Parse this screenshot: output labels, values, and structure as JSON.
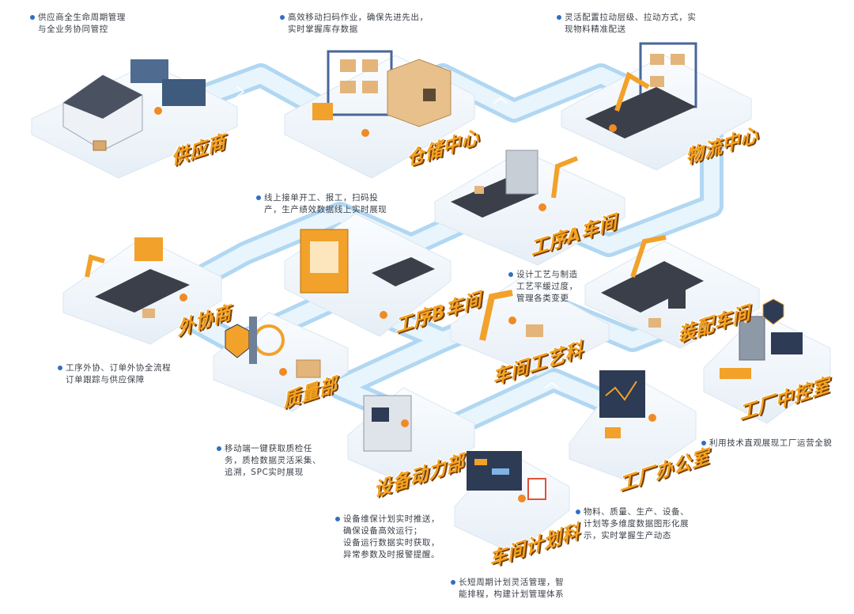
{
  "colors": {
    "accent": "#2f6fc4",
    "pathway": "#d7ecfa",
    "pathway_edge": "#a9d3f1",
    "platform": "#f2f6fa",
    "label_fill": "#f5a21e",
    "label_shadow": "#7a3f05"
  },
  "stations": [
    {
      "id": "supplier",
      "label": "供应商"
    },
    {
      "id": "warehouse",
      "label": "仓储中心"
    },
    {
      "id": "logistics",
      "label": "物流中心"
    },
    {
      "id": "workshop-a",
      "label": "工序A车间"
    },
    {
      "id": "workshop-b",
      "label": "工序B车间"
    },
    {
      "id": "outsourcing",
      "label": "外协商"
    },
    {
      "id": "assembly",
      "label": "装配车间"
    },
    {
      "id": "process-dept",
      "label": "车间工艺科"
    },
    {
      "id": "quality",
      "label": "质量部"
    },
    {
      "id": "control-room",
      "label": "工厂中控室"
    },
    {
      "id": "equipment",
      "label": "设备动力部"
    },
    {
      "id": "office",
      "label": "工厂办公室"
    },
    {
      "id": "planning",
      "label": "车间计划科"
    }
  ],
  "notes": [
    {
      "id": "supplier",
      "text": "供应商全生命周期管理\n与全业务协同管控"
    },
    {
      "id": "warehouse",
      "text": "高效移动扫码作业，确保先进先出，\n实时掌握库存数据"
    },
    {
      "id": "logistics",
      "text": "灵活配置拉动层级、拉动方式，实\n现物料精准配送"
    },
    {
      "id": "workshop-b",
      "text": "线上接单开工、报工，扫码投\n产，生产绩效数据线上实时展现"
    },
    {
      "id": "process-dept",
      "text": "设计工艺与制造\n工艺平缓过度，\n管理各类变更"
    },
    {
      "id": "outsourcing",
      "text": "工序外协、订单外协全流程\n订单跟踪与供应保障"
    },
    {
      "id": "quality",
      "text": "移动端一键获取质检任\n务，质检数据灵活采集、\n追溯，SPC实时展现"
    },
    {
      "id": "control-room",
      "text": "利用技术直观展现工厂运营全貌"
    },
    {
      "id": "equipment",
      "text": "设备维保计划实时推送，\n确保设备高效运行；\n设备运行数据实时获取，\n异常参数及时报警提醒。"
    },
    {
      "id": "office",
      "text": "物料、质量、生产、设备、\n计划等多维度数据图形化展\n示，实时掌握生产动态"
    },
    {
      "id": "planning",
      "text": "长短周期计划灵活管理，智\n能排程，构建计划管理体系"
    }
  ],
  "icons": [
    "warehouse-building-icon",
    "shipping-container-icon",
    "shelf-rack-icon",
    "forklift-icon",
    "cardboard-box-icon",
    "robot-arm-icon",
    "conveyor-icon",
    "worker-icon",
    "machine-cabinet-icon",
    "magnifier-icon",
    "shield-icon",
    "monitor-icon",
    "server-rack-icon",
    "calendar-icon"
  ]
}
